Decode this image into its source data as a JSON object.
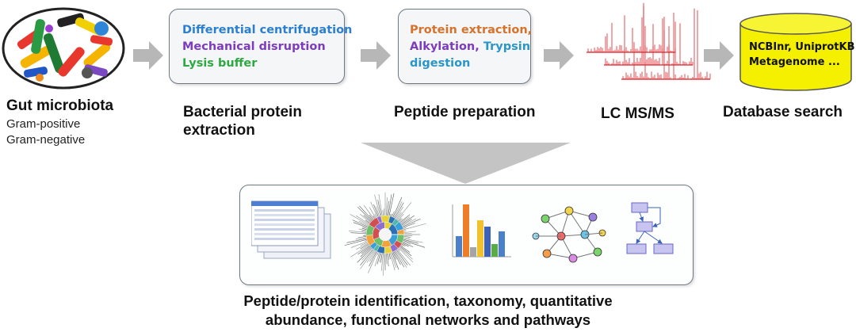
{
  "stages": {
    "microbiota": {
      "title": "Gut microbiota",
      "sub1": "Gram-positive",
      "sub2": "Gram-negative"
    },
    "extraction": {
      "title1": "Bacterial protein",
      "title2": "extraction",
      "methods": [
        {
          "text": "Differential centrifugation",
          "color": "#2a7fd1"
        },
        {
          "text": "Mechanical disruption",
          "color": "#7d3bbf"
        },
        {
          "text": "Lysis buffer",
          "color": "#2fa843"
        }
      ]
    },
    "peptide": {
      "title": "Peptide preparation",
      "line1a": {
        "text": "Protein extraction,",
        "color": "#d8712a"
      },
      "line2a": {
        "text": "Alkylation,",
        "color": "#7d3bbf"
      },
      "line2b": {
        "text": "Trypsin",
        "color": "#2a96c6"
      },
      "line3a": {
        "text": "digestion",
        "color": "#2a96c6"
      }
    },
    "lcms": {
      "title": "LC MS/MS"
    },
    "database": {
      "title": "Database search",
      "line1": "NCBInr, UniprotKB",
      "line2": "Metagenome ..."
    }
  },
  "result": {
    "caption_line1": "Peptide/protein identification, taxonomy, quantitative",
    "caption_line2": "abundance, functional networks and pathways"
  },
  "colors": {
    "arrow": "#b7b7b7",
    "db_fill": "#f4f000",
    "spectrum": "#d9232b"
  }
}
